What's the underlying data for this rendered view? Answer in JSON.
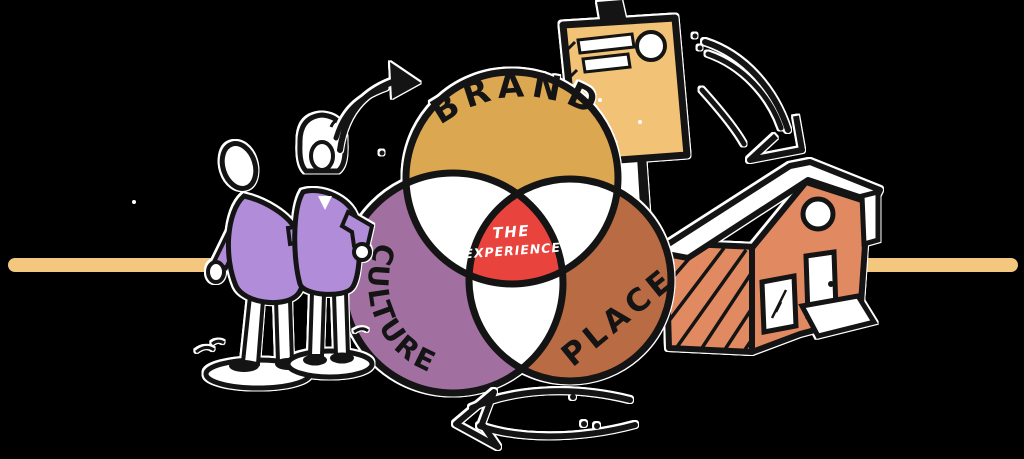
{
  "meta": {
    "description": "Hand-drawn illustration: three-circle Venn diagram of Brand, Culture and Place overlapping in The Experience, flanked by two people, a signpost and a house, with sketch arrows cycling around the diagram over a sand-colored stripe on a black background."
  },
  "colors": {
    "background": "#000000",
    "stripe": "#F4C77E",
    "brand_circle": "#DCA751",
    "culture_circle": "#A16FA0",
    "place_circle": "#B96B43",
    "overlap_white": "#FFFFFF",
    "center_red": "#E8433D",
    "outline_black": "#141414",
    "sign_panel": "#F2C377",
    "house_wall": "#E18A62",
    "shirt_purple": "#B18CD9"
  },
  "venn": {
    "circles": [
      {
        "id": "brand",
        "label": "BRAND"
      },
      {
        "id": "culture",
        "label": "CULTURE"
      },
      {
        "id": "place",
        "label": "PLACE"
      }
    ],
    "center": {
      "line1": "THE",
      "line2": "EXPERIENCE"
    }
  }
}
